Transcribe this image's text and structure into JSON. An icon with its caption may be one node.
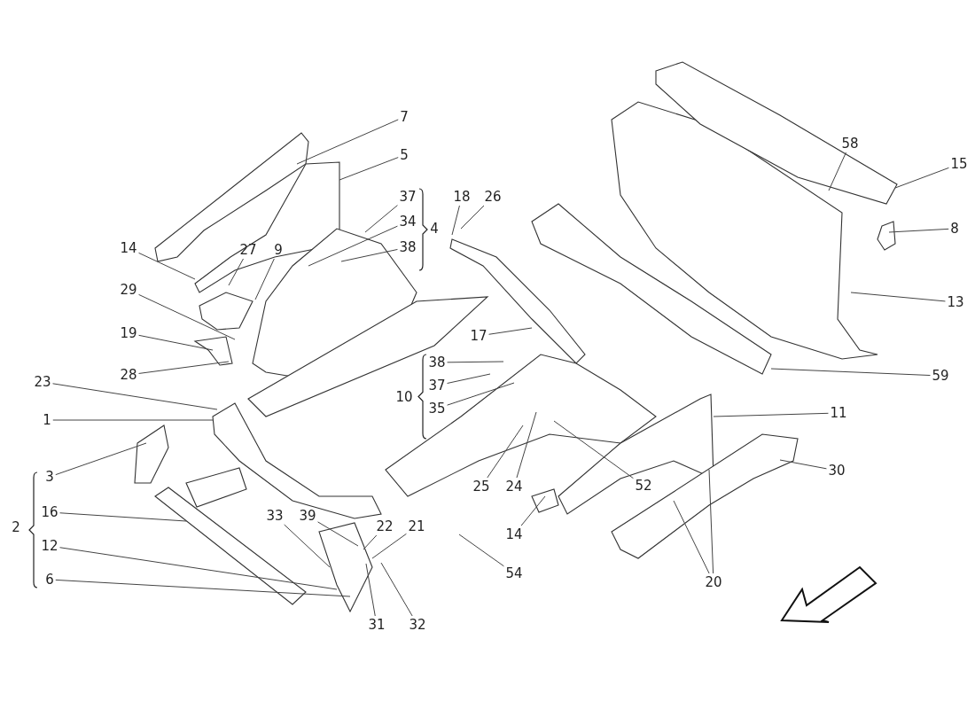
{
  "diagram": {
    "nodes": [
      {
        "text": [
          "7"
        ]
      },
      {
        "text": [
          "5"
        ]
      },
      {
        "text": [
          "14"
        ]
      },
      {
        "text": [
          "27"
        ]
      },
      {
        "text": [
          "9"
        ]
      },
      {
        "text": [
          "37"
        ]
      },
      {
        "text": [
          "34"
        ]
      },
      {
        "text": [
          "38"
        ]
      },
      {
        "text": [
          "18"
        ]
      },
      {
        "text": [
          "26"
        ]
      },
      {
        "text": [
          "58"
        ]
      },
      {
        "text": [
          "15"
        ]
      },
      {
        "text": [
          "8"
        ]
      },
      {
        "text": [
          "13"
        ]
      },
      {
        "text": [
          "29"
        ]
      },
      {
        "text": [
          "19"
        ]
      },
      {
        "text": [
          "28"
        ]
      },
      {
        "text": [
          "17"
        ]
      },
      {
        "text": [
          "38"
        ]
      },
      {
        "text": [
          "37"
        ]
      },
      {
        "text": [
          "35"
        ]
      },
      {
        "text": [
          "59"
        ]
      },
      {
        "text": [
          "11"
        ]
      },
      {
        "text": [
          "23"
        ]
      },
      {
        "text": [
          "1"
        ]
      },
      {
        "text": [
          "3"
        ]
      },
      {
        "text": [
          "25"
        ]
      },
      {
        "text": [
          "24"
        ]
      },
      {
        "text": [
          "52"
        ]
      },
      {
        "text": [
          "30"
        ]
      },
      {
        "text": [
          "16"
        ]
      },
      {
        "text": [
          "33"
        ]
      },
      {
        "text": [
          "39"
        ]
      },
      {
        "text": [
          "22"
        ]
      },
      {
        "text": [
          "21"
        ]
      },
      {
        "text": [
          "14"
        ]
      },
      {
        "text": [
          "12"
        ]
      },
      {
        "text": [
          "6"
        ]
      },
      {
        "text": [
          "54"
        ]
      },
      {
        "text": [
          "20"
        ]
      },
      {
        "text": [
          "31"
        ]
      },
      {
        "text": [
          "32"
        ]
      }
    ],
    "edges": [
      {
        "from": 0,
        "to": null,
        "arrow": "none"
      },
      {
        "from": 1,
        "to": null,
        "arrow": "none"
      },
      {
        "from": 2,
        "to": null,
        "arrow": "none"
      },
      {
        "from": 3,
        "to": null,
        "arrow": "none"
      },
      {
        "from": 4,
        "to": null,
        "arrow": "none"
      },
      {
        "from": 5,
        "to": null,
        "arrow": "none"
      },
      {
        "from": 6,
        "to": null,
        "arrow": "none"
      },
      {
        "from": 7,
        "to": null,
        "arrow": "none"
      },
      {
        "from": 8,
        "to": null,
        "arrow": "none"
      },
      {
        "from": 9,
        "to": null,
        "arrow": "none"
      },
      {
        "from": 10,
        "to": null,
        "arrow": "none"
      },
      {
        "from": 11,
        "to": null,
        "arrow": "none"
      },
      {
        "from": 12,
        "to": null,
        "arrow": "none"
      },
      {
        "from": 13,
        "to": null,
        "arrow": "none"
      },
      {
        "from": 14,
        "to": null,
        "arrow": "none"
      },
      {
        "from": 15,
        "to": null,
        "arrow": "none"
      },
      {
        "from": 16,
        "to": null,
        "arrow": "none"
      },
      {
        "from": 17,
        "to": null,
        "arrow": "none"
      },
      {
        "from": 18,
        "to": null,
        "arrow": "none"
      },
      {
        "from": 19,
        "to": null,
        "arrow": "none"
      },
      {
        "from": 20,
        "to": null,
        "arrow": "none"
      },
      {
        "from": 21,
        "to": null,
        "arrow": "none"
      },
      {
        "from": 22,
        "to": null,
        "arrow": "none"
      },
      {
        "from": 23,
        "to": null,
        "arrow": "none"
      },
      {
        "from": 24,
        "to": null,
        "arrow": "none"
      },
      {
        "from": 25,
        "to": null,
        "arrow": "none"
      },
      {
        "from": 26,
        "to": null,
        "arrow": "none"
      },
      {
        "from": 27,
        "to": null,
        "arrow": "none"
      },
      {
        "from": 28,
        "to": null,
        "arrow": "none"
      },
      {
        "from": 29,
        "to": null,
        "arrow": "none"
      },
      {
        "from": 30,
        "to": null,
        "arrow": "none"
      },
      {
        "from": 31,
        "to": null,
        "arrow": "none"
      },
      {
        "from": 32,
        "to": null,
        "arrow": "none"
      },
      {
        "from": 33,
        "to": null,
        "arrow": "none"
      },
      {
        "from": 34,
        "to": null,
        "arrow": "none"
      },
      {
        "from": 35,
        "to": null,
        "arrow": "none"
      },
      {
        "from": 36,
        "to": null,
        "arrow": "none"
      },
      {
        "from": 37,
        "to": null,
        "arrow": "none"
      },
      {
        "from": 38,
        "to": null,
        "arrow": "none"
      },
      {
        "from": 39,
        "to": null,
        "arrow": "none"
      },
      {
        "from": 39,
        "to": null,
        "arrow": "none"
      },
      {
        "from": 40,
        "to": null,
        "arrow": "none"
      },
      {
        "from": 41,
        "to": null,
        "arrow": "none"
      }
    ],
    "labels": [
      "4",
      "10",
      "2"
    ]
  }
}
